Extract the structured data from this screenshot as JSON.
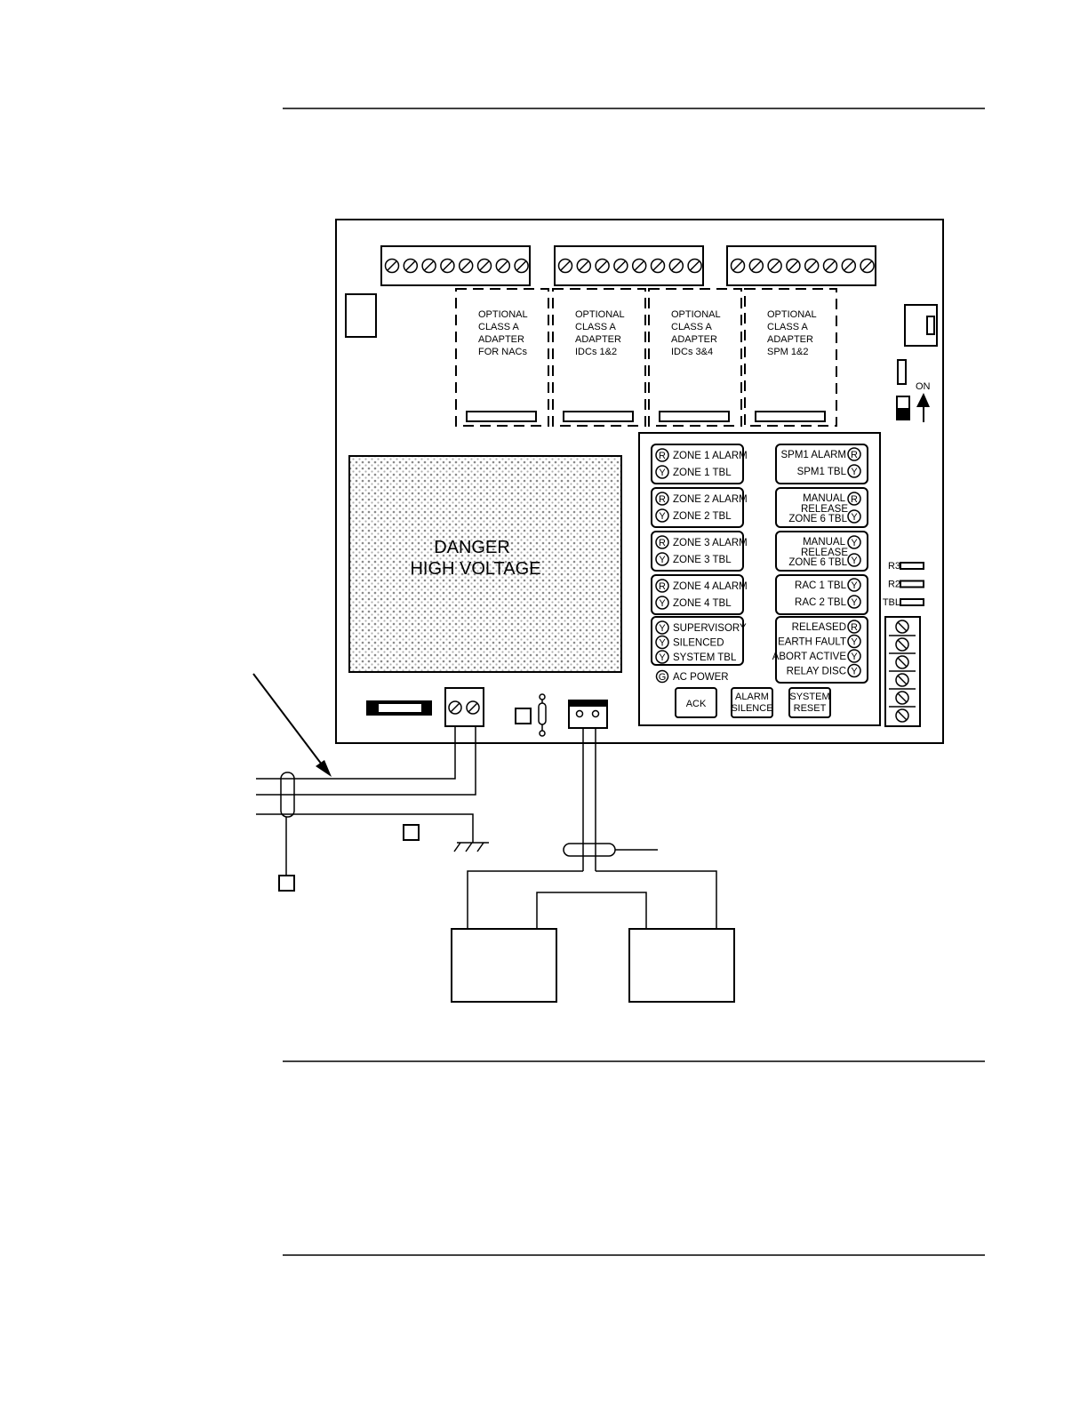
{
  "adapters": [
    {
      "lines": [
        "OPTIONAL",
        "CLASS A",
        "ADAPTER",
        "FOR NACs"
      ]
    },
    {
      "lines": [
        "OPTIONAL",
        "CLASS A",
        "ADAPTER",
        "IDCs 1&2"
      ]
    },
    {
      "lines": [
        "OPTIONAL",
        "CLASS A",
        "ADAPTER",
        "IDCs 3&4"
      ]
    },
    {
      "lines": [
        "OPTIONAL",
        "CLASS A",
        "ADAPTER",
        "SPM 1&2"
      ]
    }
  ],
  "switch_on_label": "ON",
  "danger": {
    "line1": "DANGER",
    "line2": "HIGH VOLTAGE"
  },
  "led_groups_left": [
    {
      "leds": [
        {
          "letter": "R",
          "label": "ZONE 1 ALARM"
        },
        {
          "letter": "Y",
          "label": "ZONE 1 TBL"
        }
      ]
    },
    {
      "leds": [
        {
          "letter": "R",
          "label": "ZONE 2 ALARM"
        },
        {
          "letter": "Y",
          "label": "ZONE 2 TBL"
        }
      ]
    },
    {
      "leds": [
        {
          "letter": "R",
          "label": "ZONE 3 ALARM"
        },
        {
          "letter": "Y",
          "label": "ZONE 3 TBL"
        }
      ]
    },
    {
      "leds": [
        {
          "letter": "R",
          "label": "ZONE 4 ALARM"
        },
        {
          "letter": "Y",
          "label": "ZONE 4 TBL"
        }
      ]
    },
    {
      "leds": [
        {
          "letter": "Y",
          "label": "SUPERVISORY"
        },
        {
          "letter": "Y",
          "label": "SILENCED"
        },
        {
          "letter": "Y",
          "label": "SYSTEM TBL"
        }
      ]
    }
  ],
  "led_groups_right": [
    {
      "leds": [
        {
          "letter": "R",
          "label": "SPM1 ALARM"
        },
        {
          "letter": "Y",
          "label": "SPM1 TBL"
        }
      ]
    },
    {
      "leds": [
        {
          "letter": "R",
          "label": "MANUAL RELEASE"
        },
        {
          "letter": "Y",
          "label": "ZONE 6 TBL"
        }
      ]
    },
    {
      "leds": [
        {
          "letter": "Y",
          "label": "MANUAL RELEASE"
        },
        {
          "letter": "Y",
          "label": "ZONE 6 TBL"
        }
      ]
    },
    {
      "leds": [
        {
          "letter": "Y",
          "label": "RAC 1 TBL"
        },
        {
          "letter": "Y",
          "label": "RAC 2 TBL"
        }
      ]
    },
    {
      "leds": [
        {
          "letter": "R",
          "label": "RELEASED"
        },
        {
          "letter": "Y",
          "label": "EARTH FAULT"
        },
        {
          "letter": "Y",
          "label": "ABORT ACTIVE"
        },
        {
          "letter": "Y",
          "label": "RELAY DISC"
        }
      ]
    }
  ],
  "ac_power": {
    "letter": "G",
    "label": "AC POWER"
  },
  "buttons": [
    {
      "lines": [
        "ACK"
      ]
    },
    {
      "lines": [
        "ALARM",
        "SILENCE"
      ]
    },
    {
      "lines": [
        "SYSTEM",
        "RESET"
      ]
    }
  ],
  "relay_leds": [
    "R3",
    "R2",
    "TBL"
  ]
}
